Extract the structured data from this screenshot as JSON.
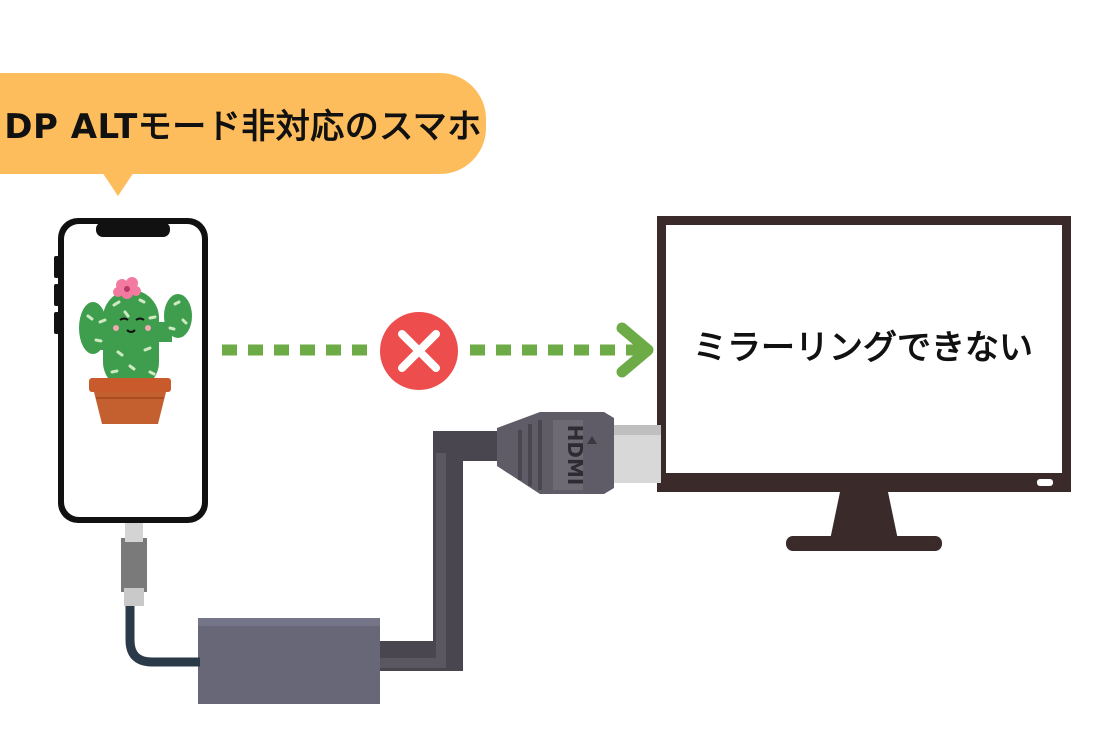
{
  "callout": {
    "text": "DP ALTモード非対応のスマホ",
    "color": "#fdbd5c"
  },
  "tv": {
    "message": "ミラーリングできない"
  },
  "cable": {
    "connector_label": "HDMI"
  },
  "status": {
    "icon": "cross-icon",
    "color": "#ee4d4d"
  },
  "arrow": {
    "color": "#6cab45",
    "style": "dotted"
  }
}
